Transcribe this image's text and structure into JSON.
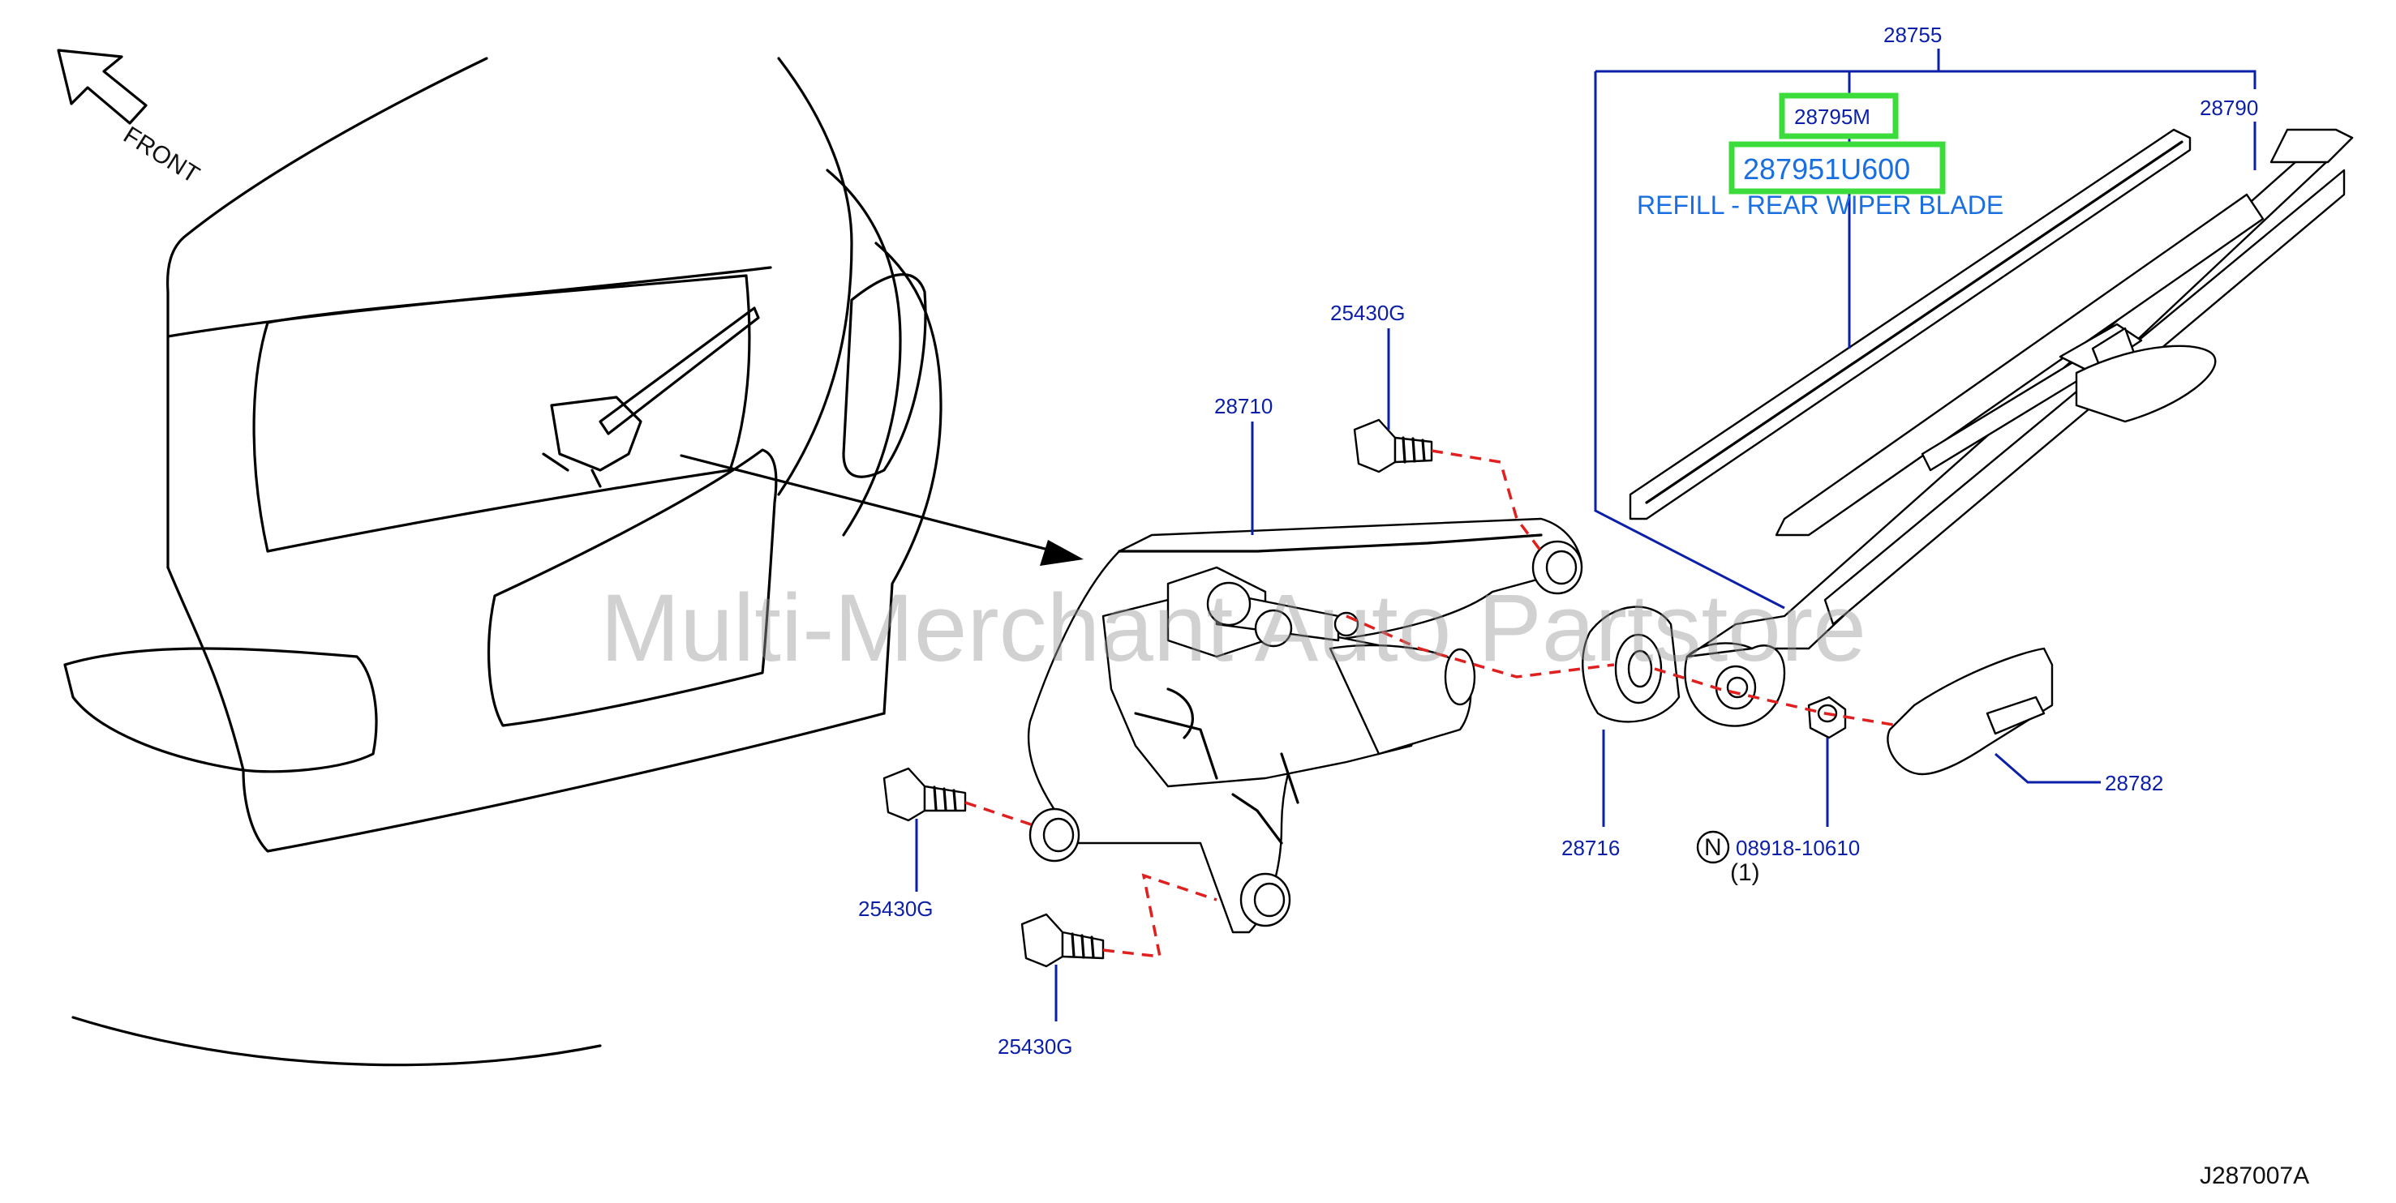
{
  "diagram": {
    "direction_label": "FRONT",
    "drawing_code": "J287007A",
    "watermark": "Multi-Merchant Auto Partstore",
    "callouts": {
      "assembly": "28755",
      "blade": "28795M",
      "arm": "28790",
      "refill_part": "287951U600",
      "refill_desc": "REFILL - REAR WIPER BLADE",
      "motor": "28710",
      "bolt_top": "25430G",
      "bolt_left": "25430G",
      "bolt_bottom": "25430G",
      "grommet": "28716",
      "nut_marker": "N",
      "nut": "08918-10610",
      "nut_qty": "(1)",
      "cap": "28782"
    },
    "colors": {
      "callout": "#0b1fa8",
      "highlight": "#3ddc3d",
      "refill_text": "#1a6fe0",
      "dashed": "#e0201f"
    }
  }
}
